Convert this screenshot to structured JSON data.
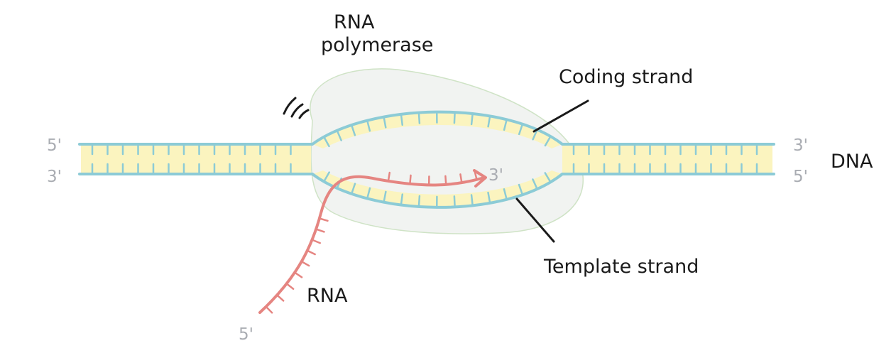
{
  "labels": {
    "polymerase_line1": "RNA",
    "polymerase_line2": "polymerase",
    "coding_strand": "Coding strand",
    "template_strand": "Template strand",
    "dna": "DNA",
    "rna": "RNA"
  },
  "ends": {
    "dna_top_left": "5'",
    "dna_bottom_left": "3'",
    "dna_top_right": "3'",
    "dna_bottom_right": "5'",
    "rna_growing_end": "3'",
    "rna_start_end": "5'"
  },
  "colors": {
    "dna_strand": "#8ccbd6",
    "base_pair_fill": "#fbf4bf",
    "rna_strand": "#e58581",
    "polymerase_fill": "#f1f3f1",
    "polymerase_outline": "#cfe3c6",
    "end_label": "#a9acb2",
    "label_text": "#1a1a1a"
  }
}
